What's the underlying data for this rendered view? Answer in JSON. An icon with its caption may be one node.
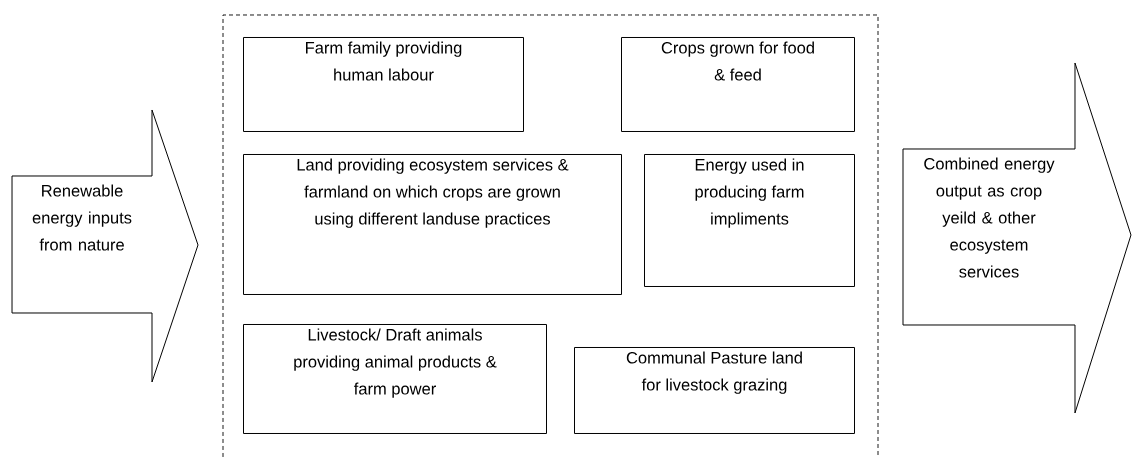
{
  "diagram": {
    "nodes": [
      {
        "text": [
          "Renewable energy inputs from nature"
        ]
      },
      {
        "text": [],
        "shape": "box"
      },
      {
        "text": [
          "Farm family providing human labour"
        ],
        "in": 1
      },
      {
        "text": [
          "Crops grown for food & feed"
        ],
        "in": 1
      },
      {
        "text": [
          "Land providing ecosystem services & farmland on which crops are grown using different landuse practices"
        ],
        "in": 1
      },
      {
        "text": [
          "Energy used in producing farm impliments"
        ],
        "in": 1
      },
      {
        "text": [
          "Livestock/ Draft animals providing animal products & farm power"
        ],
        "in": 1
      },
      {
        "text": [
          "Communal Pasture land for livestock grazing"
        ],
        "in": 1
      },
      {
        "text": [
          "Combined energy output as crop yeild & other ecosystem services"
        ]
      }
    ]
  }
}
